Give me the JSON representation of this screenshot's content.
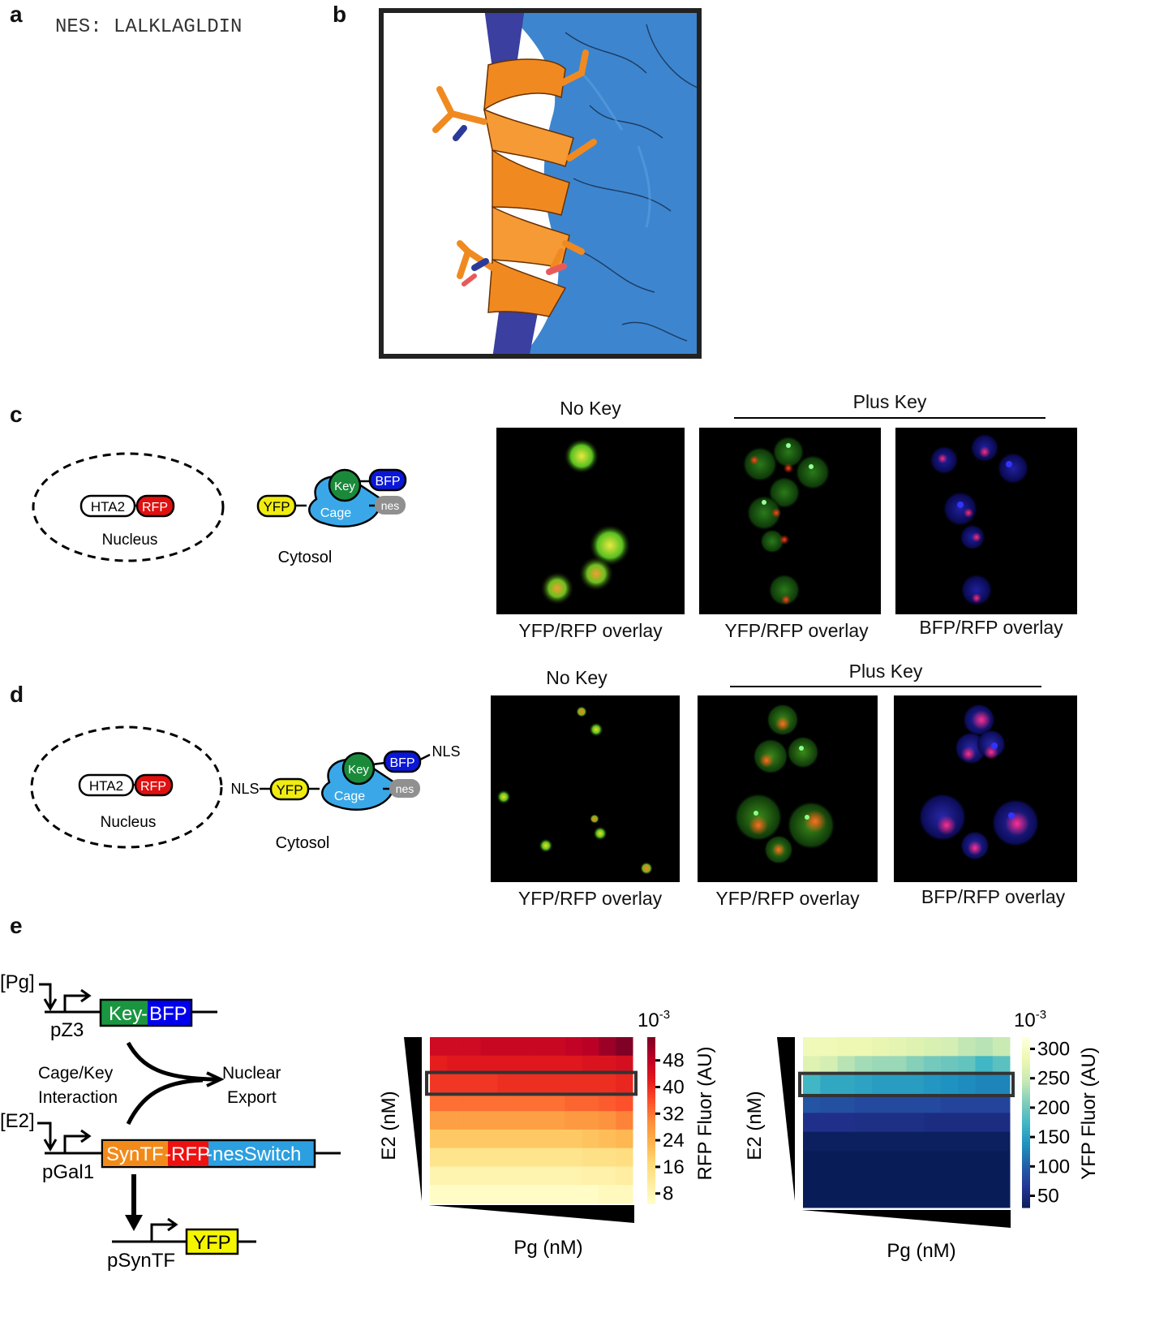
{
  "panels": {
    "a": "a",
    "b": "b",
    "c": "c",
    "d": "d",
    "e": "e"
  },
  "panel_a": {
    "sequence": "NES: LALKLAGLDIN"
  },
  "panel_c": {
    "col_no_key": "No Key",
    "col_plus_key": "Plus Key",
    "captions": [
      "YFP/RFP overlay",
      "YFP/RFP overlay",
      "BFP/RFP overlay"
    ],
    "diagram": {
      "hta2": "HTA2",
      "rfp": "RFP",
      "nucleus": "Nucleus",
      "yfp": "YFP",
      "cage": "Cage",
      "key": "Key",
      "bfp": "BFP",
      "nes": "nes",
      "cytosol": "Cytosol"
    }
  },
  "panel_d": {
    "col_no_key": "No Key",
    "col_plus_key": "Plus Key",
    "captions": [
      "YFP/RFP overlay",
      "YFP/RFP overlay",
      "BFP/RFP overlay"
    ],
    "diagram": {
      "hta2": "HTA2",
      "rfp": "RFP",
      "nucleus": "Nucleus",
      "nls_left": "NLS",
      "yfp": "YFP",
      "cage": "Cage",
      "key": "Key",
      "bfp": "BFP",
      "nls_right": "NLS",
      "nes": "nes",
      "cytosol": "Cytosol"
    }
  },
  "panel_e": {
    "circuit": {
      "pg": "[Pg]",
      "pz3": "pZ3",
      "key": "Key",
      "dash1": "-",
      "bfp": "BFP",
      "cage_key": "Cage/Key",
      "interaction": "Interaction",
      "nuclear": "Nuclear",
      "export": "Export",
      "e2": "[E2]",
      "pgal1": "pGal1",
      "syntf": "SynTF",
      "dash2": "-",
      "rfp": "RFP",
      "dash3": "-",
      "nesswitch": "nesSwitch",
      "psyntf": "pSynTF",
      "yfp": "YFP"
    },
    "colors": {
      "key_green": "#1a9641",
      "bfp_blue": "#0000ee",
      "syntf_orange": "#f28a1a",
      "rfp_red": "#ee1111",
      "nes_blue": "#2b9fe0",
      "yfp_yellow": "#f5f500"
    }
  },
  "chart_data": [
    {
      "type": "heatmap",
      "xlabel": "Pg (nM)",
      "ylabel": "E2 (nM)",
      "colorbar_label": "RFP Fluor (AU)",
      "colorbar_exponent": "10-3",
      "colorbar_ticks": [
        "48",
        "40",
        "32",
        "24",
        "16",
        "8"
      ],
      "colormap": "YlOrRd",
      "highlighted_row": 2,
      "values": [
        [
          46,
          46,
          46,
          47,
          47,
          47,
          47,
          47,
          48,
          49,
          52,
          55
        ],
        [
          42,
          43,
          43,
          43,
          43,
          43,
          43,
          43,
          43,
          44,
          44,
          45
        ],
        [
          39,
          39,
          39,
          39,
          40,
          40,
          40,
          40,
          40,
          40,
          40,
          41
        ],
        [
          33,
          33,
          33,
          33,
          33,
          33,
          33,
          33,
          34,
          34,
          35,
          36
        ],
        [
          27,
          27,
          27,
          27,
          27,
          27,
          27,
          27,
          28,
          28,
          29,
          31
        ],
        [
          20,
          20,
          20,
          20,
          20,
          20,
          20,
          20,
          20,
          21,
          22,
          23
        ],
        [
          14,
          14,
          14,
          14,
          14,
          14,
          14,
          14,
          14,
          15,
          15,
          16
        ],
        [
          9,
          9,
          9,
          9,
          9,
          9,
          9,
          9,
          9,
          10,
          10,
          11
        ],
        [
          6,
          6,
          6,
          6,
          6,
          6,
          6,
          6,
          6,
          6,
          7,
          7
        ]
      ],
      "vmin": 5,
      "vmax": 55
    },
    {
      "type": "heatmap",
      "xlabel": "Pg (nM)",
      "ylabel": "E2 (nM)",
      "colorbar_label": "YFP Fluor (AU)",
      "colorbar_exponent": "10-3",
      "colorbar_ticks": [
        "300",
        "250",
        "200",
        "150",
        "100",
        "50"
      ],
      "colormap": "YlGnBu",
      "highlighted_row": 2,
      "values": [
        [
          290,
          290,
          285,
          285,
          280,
          275,
          270,
          265,
          260,
          245,
          240,
          250
        ],
        [
          270,
          260,
          240,
          230,
          225,
          225,
          215,
          205,
          200,
          195,
          175,
          190
        ],
        [
          175,
          160,
          160,
          155,
          150,
          150,
          150,
          145,
          140,
          135,
          130,
          130
        ],
        [
          95,
          90,
          90,
          85,
          85,
          85,
          85,
          85,
          80,
          80,
          80,
          80
        ],
        [
          60,
          60,
          60,
          58,
          58,
          58,
          58,
          55,
          55,
          55,
          55,
          55
        ],
        [
          35,
          35,
          35,
          35,
          35,
          35,
          35,
          35,
          35,
          35,
          35,
          35
        ],
        [
          30,
          30,
          30,
          30,
          30,
          30,
          30,
          30,
          30,
          30,
          30,
          30
        ],
        [
          30,
          30,
          30,
          30,
          30,
          30,
          30,
          30,
          30,
          30,
          30,
          30
        ],
        [
          30,
          30,
          30,
          30,
          30,
          30,
          30,
          30,
          30,
          30,
          30,
          30
        ]
      ],
      "vmin": 30,
      "vmax": 320
    }
  ]
}
